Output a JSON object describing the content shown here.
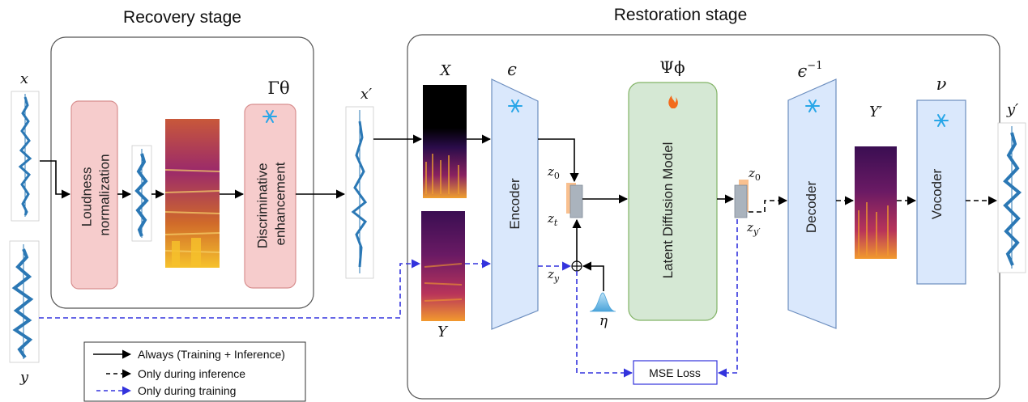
{
  "stages": {
    "recovery": "Recovery stage",
    "restoration": "Restoration stage"
  },
  "blocks": {
    "loudness": "Loudness normalization",
    "discriminative": "Discriminative enhancement",
    "encoder": "Encoder",
    "ldm": "Latent Diffusion Model",
    "decoder": "Decoder",
    "vocoder": "Vocoder",
    "mse": "MSE Loss"
  },
  "symbols": {
    "x": "x",
    "y": "y",
    "x_prime": "x′",
    "y_prime": "y′",
    "X": "X",
    "Y": "Y",
    "Y_prime": "Y′",
    "gamma": "Γθ",
    "epsilon": "ϵ",
    "psi": "Ψϕ",
    "epsilon_inv": "ϵ⁻¹",
    "nu": "ν",
    "z0_in": "z0",
    "zt": "zt",
    "zy": "zy",
    "z0_out": "z0",
    "zy_prime": "zy′",
    "eta": "η"
  },
  "legend": {
    "always": "Always (Training + Inference)",
    "inference": "Only during inference",
    "training": "Only during training"
  },
  "icons": {
    "frozen": "snowflake-icon",
    "trainable": "fire-icon"
  },
  "colors": {
    "pink_fill": "#f6cccc",
    "pink_stroke": "#d88f8f",
    "blue_fill": "#dae8fc",
    "blue_stroke": "#6c8ebf",
    "green_fill": "#d5e8d4",
    "green_stroke": "#82b366",
    "training_arrow": "#3333dd",
    "latent_orange": "#f9c08f",
    "latent_gray": "#aab3bd"
  }
}
